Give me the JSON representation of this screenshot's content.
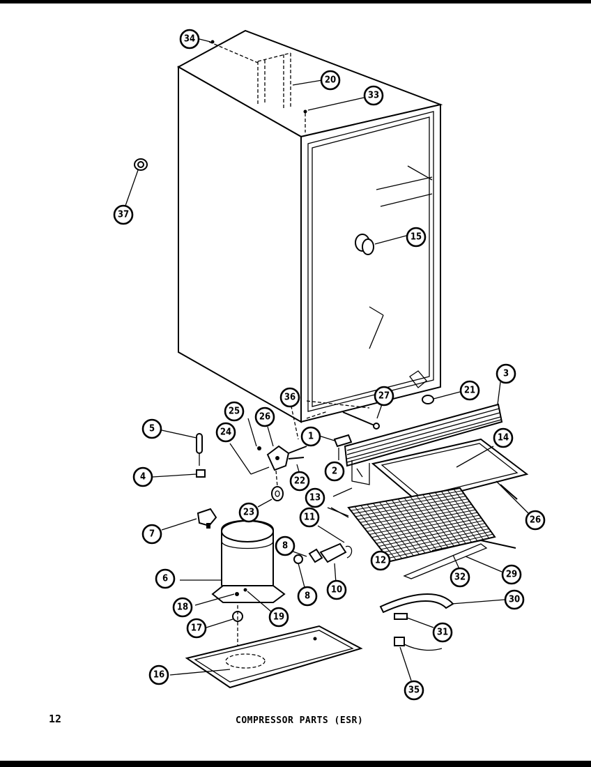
{
  "page": {
    "number": "12",
    "caption": "COMPRESSOR PARTS (ESR)"
  },
  "callouts": {
    "c1": "1",
    "c2": "2",
    "c3": "3",
    "c4": "4",
    "c5": "5",
    "c6": "6",
    "c7": "7",
    "c8a": "8",
    "c8b": "8",
    "c10": "10",
    "c11": "11",
    "c12": "12",
    "c13": "13",
    "c14": "14",
    "c15": "15",
    "c16": "16",
    "c17": "17",
    "c18": "18",
    "c19": "19",
    "c20": "20",
    "c21": "21",
    "c22": "22",
    "c23": "23",
    "c24": "24",
    "c25": "25",
    "c26a": "26",
    "c26b": "26",
    "c27": "27",
    "c29": "29",
    "c30": "30",
    "c31": "31",
    "c32": "32",
    "c33": "33",
    "c34": "34",
    "c35": "35",
    "c36": "36",
    "c37": "37"
  }
}
